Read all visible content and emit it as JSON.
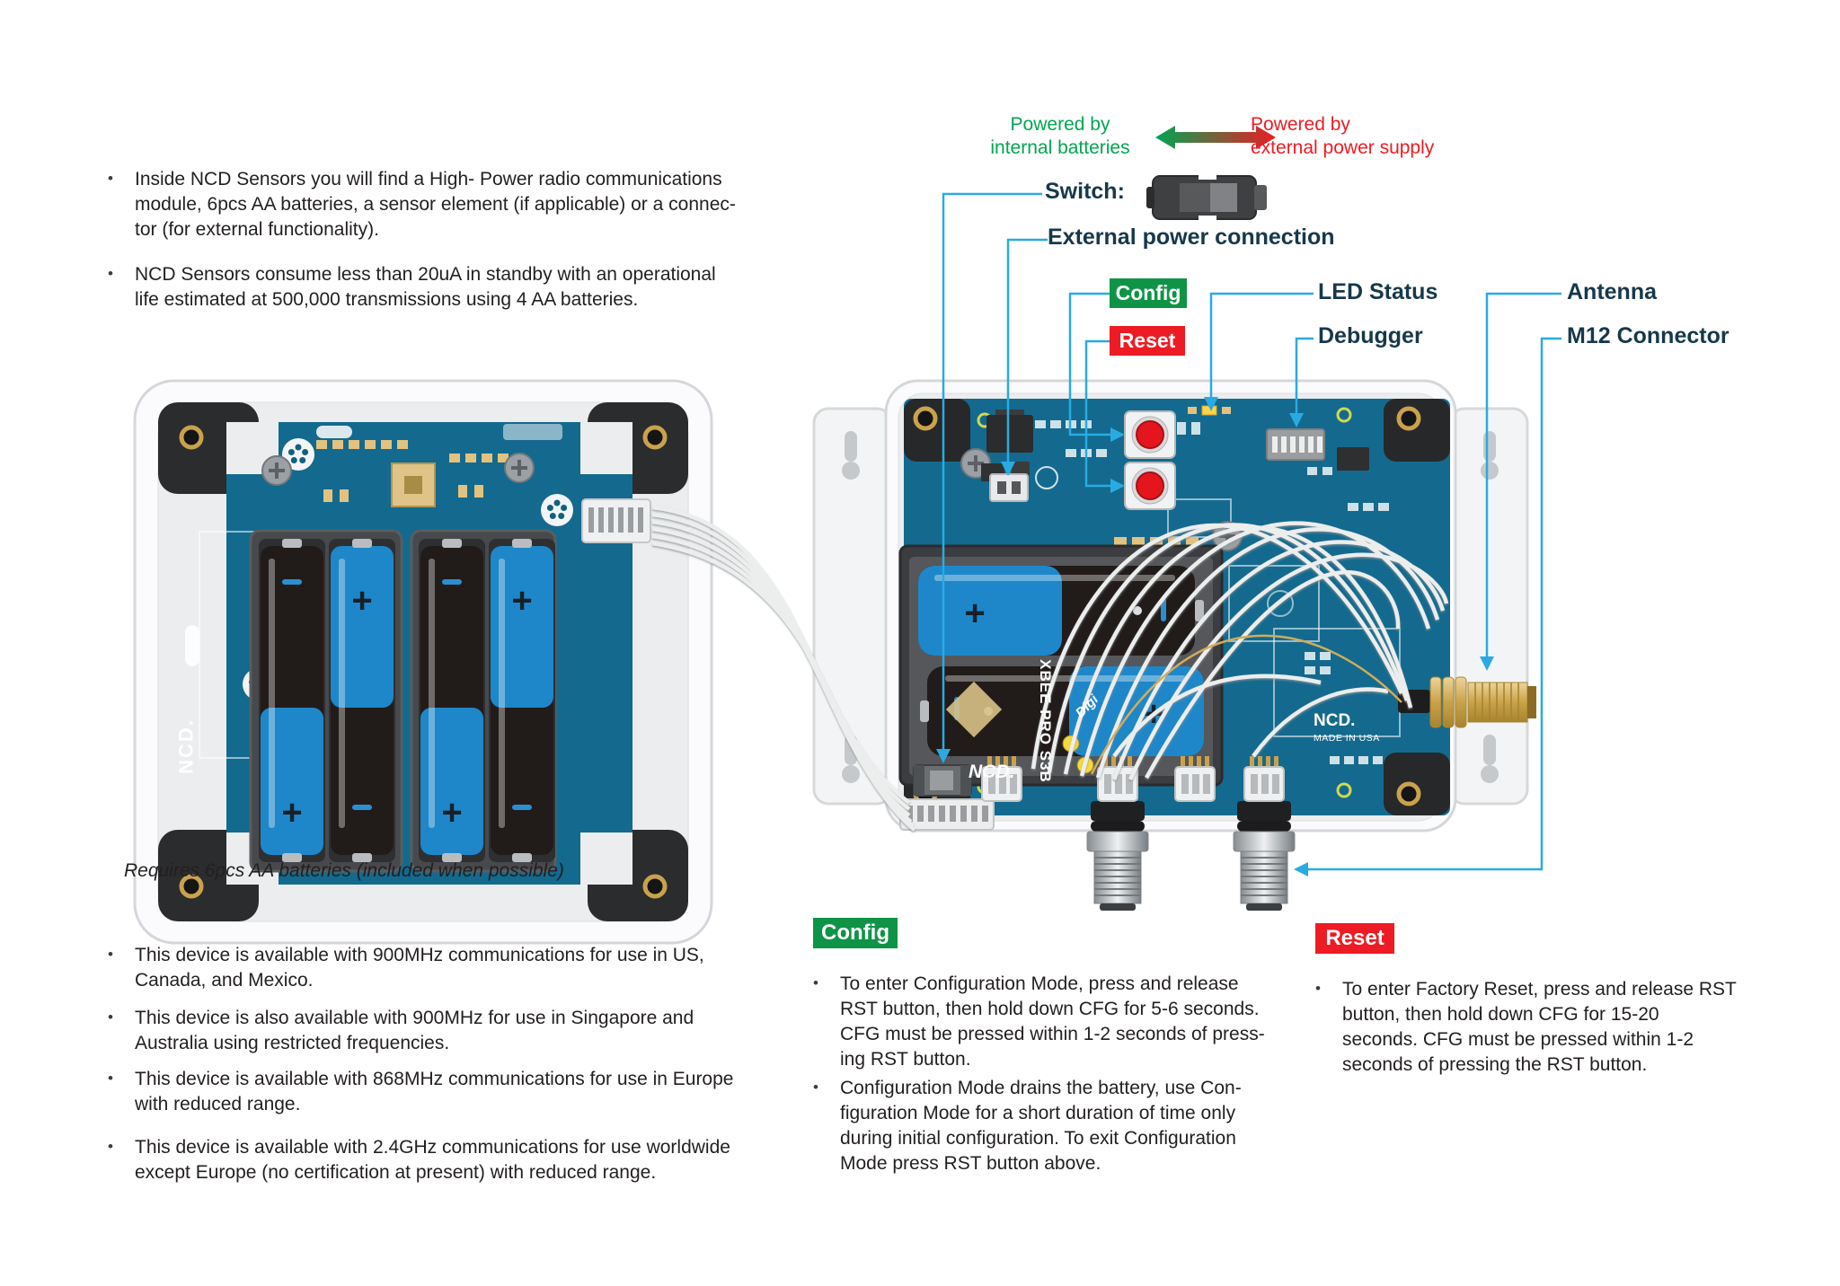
{
  "marks": {
    "plus": "+",
    "bullet": "•"
  },
  "intro": {
    "bullets": [
      {
        "lines": [
          "Inside NCD Sensors you will find a High- Power radio communications",
          "module, 6pcs AA batteries, a sensor element (if applicable) or a connec-",
          "tor (for external functionality)."
        ]
      },
      {
        "lines": [
          "NCD Sensors consume less than 20uA in standby with an operational",
          "life estimated at 500,000 transmissions using 4 AA batteries."
        ]
      }
    ]
  },
  "power_toggle": {
    "internal": {
      "line1": "Powered by",
      "line2": "internal batteries"
    },
    "external": {
      "line1": "Powered by",
      "line2": "external power supply"
    }
  },
  "callouts": {
    "switch_label": "Switch:",
    "external_power": "External power connection",
    "config_badge": "Config",
    "reset_badge": "Reset",
    "led_status": "LED Status",
    "debugger": "Debugger",
    "antenna": "Antenna",
    "m12_connector": "M12 Connector"
  },
  "battery_note": "Requires 6pcs AA batteries (included when possible)",
  "frequency": {
    "bullets": [
      {
        "lines": [
          "This device is available with 900MHz communications for use in US,",
          "Canada, and Mexico."
        ]
      },
      {
        "lines": [
          "This device is also available with 900MHz for use in Singapore and",
          "Australia using restricted frequencies."
        ]
      },
      {
        "lines": [
          "This device is available with 868MHz communications for use in Europe",
          "with reduced range."
        ]
      },
      {
        "lines": [
          "This device is available with 2.4GHz communications for use worldwide",
          "except Europe (no certification at present) with reduced range."
        ]
      }
    ]
  },
  "config_section": {
    "badge": "Config",
    "bullets": [
      {
        "lines": [
          "To enter Configuration Mode, press and release",
          "RST button, then hold down CFG for 5-6 seconds.",
          "CFG must be pressed within 1-2 seconds of press-",
          "ing RST button."
        ]
      },
      {
        "lines": [
          "Configuration Mode drains the battery, use Con-",
          "figuration Mode for a short duration of time only",
          "during initial configuration. To exit Configuration",
          "Mode press RST button above."
        ]
      }
    ]
  },
  "reset_section": {
    "badge": "Reset",
    "bullets": [
      {
        "lines": [
          "To enter Factory Reset, press and release RST",
          "button, then hold down CFG for 15-20",
          "seconds. CFG must be pressed within 1-2",
          "seconds of pressing the RST button."
        ]
      }
    ]
  },
  "device_left": {
    "logo": "NCD."
  },
  "device_right": {
    "logo": "NCD.",
    "logo_small": "NCD.",
    "made_in": "MADE IN USA",
    "module": "XBEE PRO S3B",
    "digi": "Digi"
  }
}
